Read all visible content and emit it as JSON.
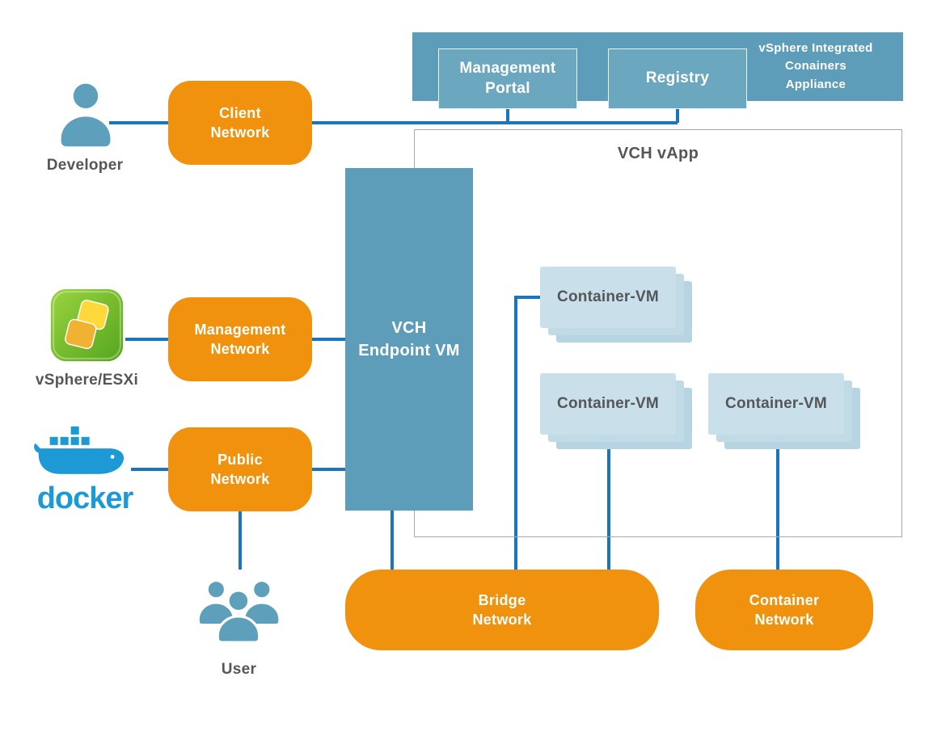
{
  "colors": {
    "orange": "#F0920E",
    "steel_blue": "#5E9DB9",
    "inner_blue": "#6CA7C0",
    "container_vm_blue": "#C9DFE9",
    "connector_blue": "#1B75BC",
    "text_dark": "#54565A",
    "docker_blue": "#1D9AD6",
    "vsphere_green": "#7CC142",
    "vsphere_yellow": "#FFD83B"
  },
  "appliance": {
    "title": "vSphere Integrated\nConainers\nAppliance",
    "portal_label": "Management\nPortal",
    "registry_label": "Registry"
  },
  "vapp": {
    "title": "VCH vApp",
    "container_vm_1": "Container-VM",
    "container_vm_2": "Container-VM",
    "container_vm_3": "Container-VM"
  },
  "endpoint_vm": {
    "label": "VCH\nEndpoint VM"
  },
  "networks": {
    "client": "Client\nNetwork",
    "management": "Management\nNetwork",
    "public": "Public\nNetwork",
    "bridge": "Bridge\nNetwork",
    "container": "Container\nNetwork"
  },
  "actors": {
    "developer": "Developer",
    "vsphere": "vSphere/ESXi",
    "docker_wordmark": "docker",
    "user": "User"
  }
}
